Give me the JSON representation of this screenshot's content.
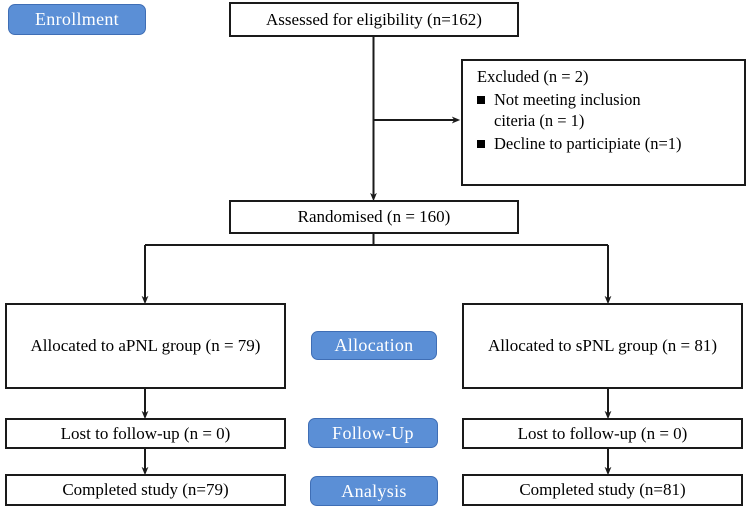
{
  "diagram": {
    "title": "CONSORT participant flow diagram",
    "accent_color": "#5b8fd6",
    "accent_border_color": "#3f6eb5",
    "box_border_color": "#1a1a1a",
    "background_color": "#ffffff"
  },
  "stage_badges": [
    {
      "id": "enrollment",
      "label": "Enrollment"
    },
    {
      "id": "allocation",
      "label": "Allocation"
    },
    {
      "id": "follow-up",
      "label": "Follow-Up"
    },
    {
      "id": "analysis",
      "label": "Analysis"
    }
  ],
  "nodes": {
    "assessed": {
      "label": "Assessed for eligibility (n=162)"
    },
    "excluded": {
      "heading": "Excluded (n = 2)",
      "reasons": [
        "Not meeting inclusion citeria (n = 1)",
        "Decline to participiate (n=1)"
      ],
      "reason_lines": {
        "reason1_line1": "Not meeting inclusion",
        "reason1_line2": "citeria (n = 1)",
        "reason2_line1": "Decline to participiate (n=1)"
      }
    },
    "randomised": {
      "label": "Randomised (n = 160)"
    },
    "allocated_left": {
      "label": "Allocated to aPNL group (n = 79)"
    },
    "allocated_right": {
      "label": "Allocated to sPNL group (n = 81)"
    },
    "lost_left": {
      "label": "Lost to follow-up (n = 0)"
    },
    "lost_right": {
      "label": "Lost to follow-up (n = 0)"
    },
    "completed_left": {
      "label": "Completed study (n=79)"
    },
    "completed_right": {
      "label": "Completed study (n=81)"
    }
  },
  "chart_data": {
    "type": "diagram",
    "title": "CONSORT flow diagram",
    "stages": [
      "Enrollment",
      "Allocation",
      "Follow-Up",
      "Analysis"
    ],
    "flow": [
      {
        "stage": "Enrollment",
        "node": "Assessed for eligibility",
        "n": 162
      },
      {
        "stage": "Enrollment",
        "node": "Excluded",
        "n": 2,
        "breakdown": [
          {
            "reason": "Not meeting inclusion citeria",
            "n": 1
          },
          {
            "reason": "Decline to participiate",
            "n": 1
          }
        ]
      },
      {
        "stage": "Enrollment",
        "node": "Randomised",
        "n": 160
      },
      {
        "stage": "Allocation",
        "arm": "aPNL",
        "node": "Allocated to aPNL group",
        "n": 79
      },
      {
        "stage": "Allocation",
        "arm": "sPNL",
        "node": "Allocated to sPNL group",
        "n": 81
      },
      {
        "stage": "Follow-Up",
        "arm": "aPNL",
        "node": "Lost to follow-up",
        "n": 0
      },
      {
        "stage": "Follow-Up",
        "arm": "sPNL",
        "node": "Lost to follow-up",
        "n": 0
      },
      {
        "stage": "Analysis",
        "arm": "aPNL",
        "node": "Completed study",
        "n": 79
      },
      {
        "stage": "Analysis",
        "arm": "sPNL",
        "node": "Completed study",
        "n": 81
      }
    ]
  }
}
